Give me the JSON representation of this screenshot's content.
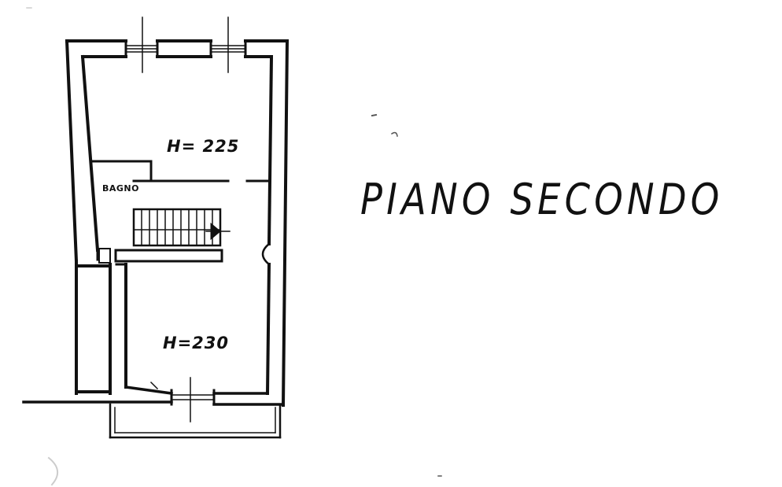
{
  "drawing": {
    "title": "PIANO SECONDO",
    "rooms": [
      {
        "id": "upper",
        "label": "H= 225"
      },
      {
        "id": "bath",
        "label": "BAGNO"
      },
      {
        "id": "lower",
        "label": "H=230"
      }
    ]
  },
  "colors": {
    "ink": "#111111",
    "paper": "#ffffff"
  }
}
